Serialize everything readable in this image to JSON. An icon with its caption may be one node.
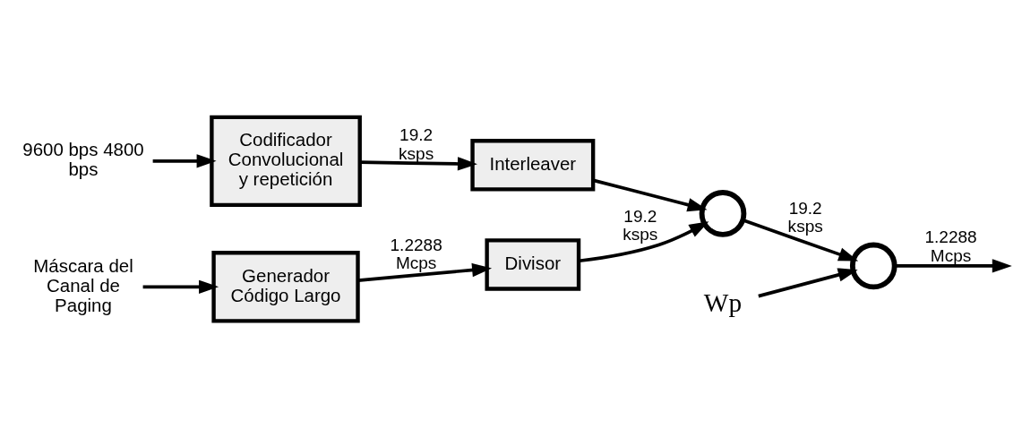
{
  "diagram": {
    "nodes": [
      {
        "text": [
          "9600 bps 4800 bps"
        ]
      },
      {
        "text": [
          "Codificador Convolucional y repetición"
        ]
      },
      {
        "text": [
          "Interleaver"
        ]
      },
      {
        "text": [],
        "shape": "circle"
      },
      {
        "text": [],
        "shape": "circle"
      },
      {
        "text": [
          "Wp"
        ]
      },
      {
        "text": [
          "Máscara del Canal de Paging"
        ]
      },
      {
        "text": [
          "Generador Código Largo"
        ]
      },
      {
        "text": [
          "Divisor"
        ]
      }
    ],
    "edges": [
      {
        "from": 0,
        "to": 1,
        "arrow": "to"
      },
      {
        "from": 1,
        "to": 2,
        "arrow": "to",
        "label": "19.2 ksps"
      },
      {
        "from": 2,
        "to": 3,
        "arrow": "to"
      },
      {
        "from": 3,
        "to": 4,
        "arrow": "to",
        "label": "19.2 ksps"
      },
      {
        "from": 5,
        "to": 4,
        "arrow": "to"
      },
      {
        "from": 4,
        "to": null,
        "arrow": "to",
        "label": "1.2288 Mcps"
      },
      {
        "from": 6,
        "to": 7,
        "arrow": "to"
      },
      {
        "from": 7,
        "to": 8,
        "arrow": "to",
        "label": "1.2288 Mcps"
      },
      {
        "from": 8,
        "to": 3,
        "arrow": "to",
        "label": "19.2 ksps"
      }
    ]
  }
}
